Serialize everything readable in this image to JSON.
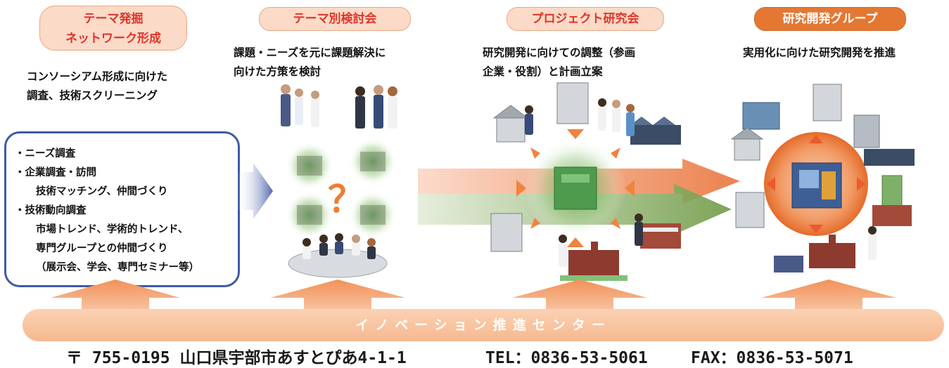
{
  "stages": [
    {
      "label_lines": [
        "テーマ発掘",
        "ネットワーク形成"
      ],
      "style": "light"
    },
    {
      "label_lines": [
        "テーマ別検討会"
      ],
      "style": "light"
    },
    {
      "label_lines": [
        "プロジェクト研究会"
      ],
      "style": "light"
    },
    {
      "label_lines": [
        "研究開発グループ"
      ],
      "style": "dark"
    }
  ],
  "descriptions": [
    [
      "コンソーシアム形成に向けた",
      "調査、技術スクリーニング"
    ],
    [
      "課題・ニーズを元に課題解決に",
      "向けた方策を検討"
    ],
    [
      "研究開発に向けての調整（参画",
      "企業・役割）と計画立案"
    ],
    [
      "実用化に向けた研究開発を推進"
    ]
  ],
  "activity_list": [
    {
      "text": "・ニーズ調査",
      "indent": false
    },
    {
      "text": "・企業調査・訪問",
      "indent": false
    },
    {
      "text": "技術マッチング、仲間づくり",
      "indent": true
    },
    {
      "text": "・技術動向調査",
      "indent": false
    },
    {
      "text": "市場トレンド、学術的トレンド、",
      "indent": true
    },
    {
      "text": "専門グループとの仲間づくり",
      "indent": true
    },
    {
      "text": "（展示会、学会、専門セミナー等）",
      "indent": true
    }
  ],
  "question_mark": "？",
  "base_label": "イノベーション推進センター",
  "address": "〒 755-0195 山口県宇部市あすとぴあ4-1-1",
  "tel": "TEL：0836-53-5061",
  "fax": "FAX：0836-53-5071",
  "colors": {
    "pill_light_bg": "#fbdac7",
    "pill_light_text": "#e0352b",
    "pill_dark_bg": "#e47833",
    "box_border": "#3f5aa6",
    "arrow_orange": "#e9743a",
    "arrow_green": "#6f9a45",
    "base_band": "#f5b890"
  },
  "icons": [
    "building-icon",
    "factory-icon",
    "worker-icon",
    "researcher-icon",
    "machine-icon",
    "university-icon",
    "meeting-table-icon"
  ]
}
